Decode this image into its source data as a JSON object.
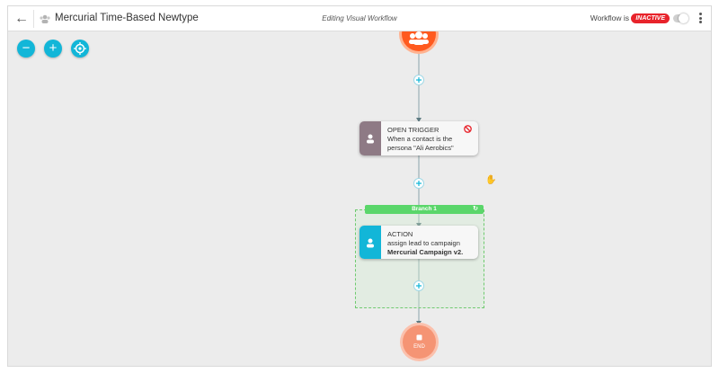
{
  "header": {
    "title": "Mercurial Time-Based Newtype",
    "center_label": "Editing Visual Workflow",
    "status_label": "Workflow is",
    "status_badge": "INACTIVE"
  },
  "zoom_controls": {
    "zoom_out": "−",
    "zoom_in": "+"
  },
  "workflow": {
    "trigger": {
      "title": "OPEN TRIGGER",
      "line1": "When a contact is the",
      "line2": "persona \"Ali Aerobics\""
    },
    "branch": {
      "label": "Branch 1"
    },
    "action": {
      "title": "ACTION",
      "line1": "assign lead to campaign",
      "line2": "Mercurial Campaign v2."
    },
    "end_label": "END"
  },
  "colors": {
    "accent": "#12b6d8",
    "inactive": "#e8232b",
    "start_node": "#ff5a1f",
    "trigger_side": "#8e7a85",
    "action_side": "#12b6d8",
    "branch": "#5ad66a",
    "end_node": "#f59474"
  }
}
